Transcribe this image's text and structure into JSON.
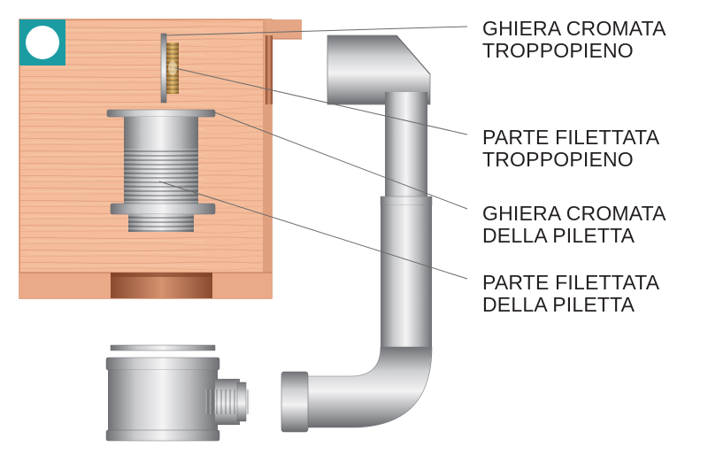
{
  "labels": [
    {
      "line1": "GHIERA CROMATA",
      "line2": "TROPPOPIENO"
    },
    {
      "line1": "PARTE FILETTATA",
      "line2": "TROPPOPIENO"
    },
    {
      "line1": "GHIERA CROMATA",
      "line2": "DELLA PILETTA"
    },
    {
      "line1": "PARTE FILETTATA",
      "line2": "DELLA PILETTA"
    }
  ],
  "colors": {
    "wood": "#f2b795",
    "wood_dark": "#d98f6c",
    "corner_badge": "#1b9ca3",
    "chrome_light": "#e6e6e8",
    "chrome_dark": "#8c8e92",
    "brass": "#c8932f",
    "copper": "#a8603f",
    "leader_line": "#555555"
  },
  "icons": {
    "corner_badge": "circle-badge-icon"
  }
}
